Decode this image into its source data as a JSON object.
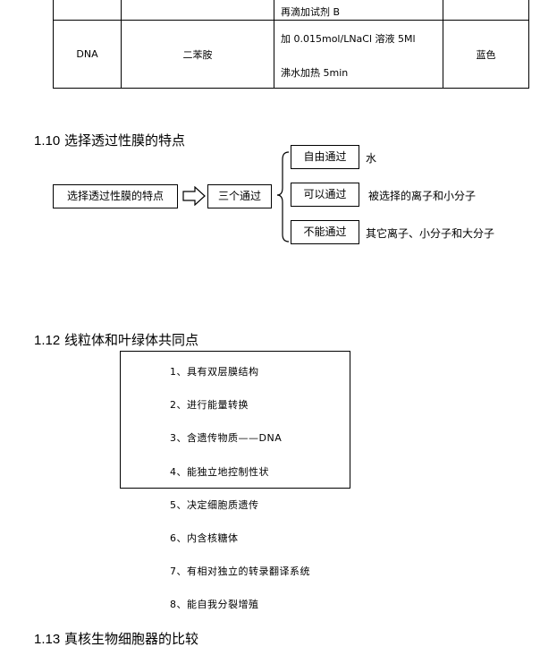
{
  "table": {
    "row0": {
      "col3_line": "再滴加试剂 B"
    },
    "row1": {
      "name": "DNA",
      "reagent": "二苯胺",
      "cond_line1": "加 0.015mol/LNaCl 溶液 5Ml",
      "cond_line2": "沸水加热 5min",
      "color": "蓝色"
    }
  },
  "section_1_10": {
    "num": "1.10",
    "title": "选择透过性膜的特点",
    "main_box": "选择透过性膜的特点",
    "mid_box": "三个通过",
    "branches": [
      {
        "box": "自由通过",
        "desc": "水"
      },
      {
        "box": "可以通过",
        "desc": "被选择的离子和小分子"
      },
      {
        "box": "不能通过",
        "desc": "其它离子、小分子和大分子"
      }
    ]
  },
  "section_1_12": {
    "num": "1.12",
    "title": "线粒体和叶绿体共同点",
    "items": [
      "1、具有双层膜结构",
      "2、进行能量转换",
      "3、含遗传物质——DNA",
      "4、能独立地控制性状",
      "5、决定细胞质遗传",
      "6、内含核糖体",
      "7、有相对独立的转录翻译系统",
      "8、能自我分裂增殖"
    ]
  },
  "section_1_13": {
    "num": "1.13",
    "title": "真核生物细胞器的比较"
  }
}
